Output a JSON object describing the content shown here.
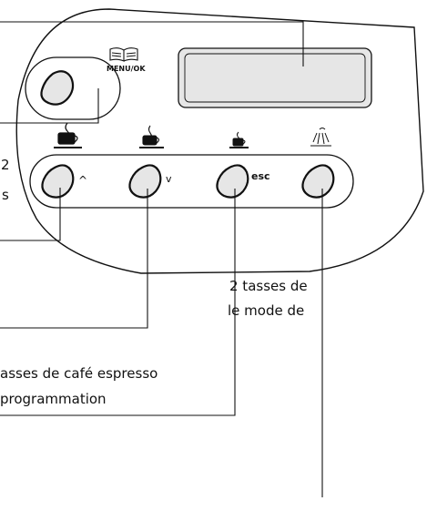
{
  "panel": {
    "menu_label": "MENU/OK",
    "esc_label": "esc",
    "up_label": "^",
    "down_label": "v"
  },
  "icons": {
    "menu_icon": "book-icon",
    "cup_icons": [
      "two-cups-large-icon",
      "two-cups-icon",
      "one-cup-icon"
    ],
    "steam_icon": "steam-icon"
  },
  "annotations": {
    "frag_left_1": "2",
    "frag_left_2": "s",
    "line_2cups_1": "2 tasses de",
    "line_2cups_2": "le mode de",
    "line_espresso_1": "asses de café espresso",
    "line_espresso_2": "programmation"
  },
  "colors": {
    "line": "#111111",
    "display_fill": "#e6e6e6",
    "background": "#ffffff"
  }
}
